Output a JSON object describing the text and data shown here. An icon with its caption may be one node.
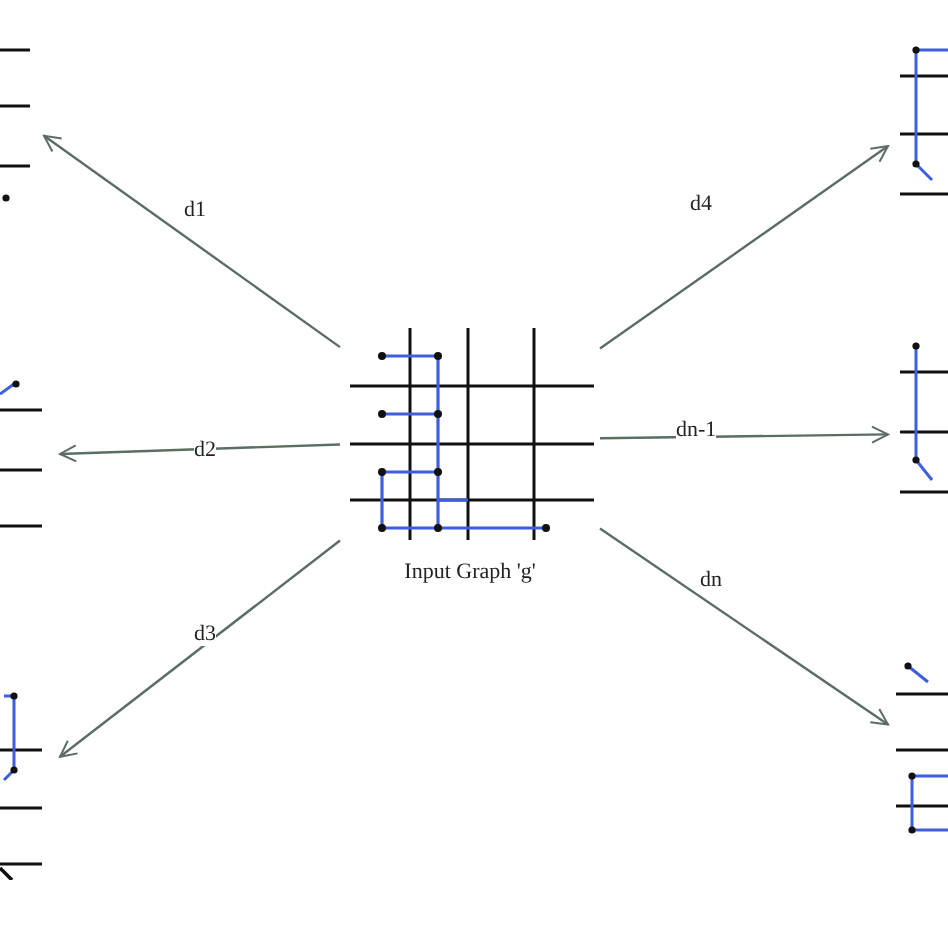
{
  "diagram": {
    "nodes": [
      {
        "text": [
          "Input Graph 'g'"
        ]
      },
      {
        "text": [],
        "shape": "picture"
      },
      {
        "text": [],
        "shape": "picture"
      },
      {
        "text": [],
        "shape": "picture"
      },
      {
        "text": [],
        "shape": "picture"
      },
      {
        "text": [],
        "shape": "picture"
      },
      {
        "text": [],
        "shape": "picture"
      }
    ],
    "edges": [
      {
        "from": 0,
        "to": 1,
        "arrow": "to",
        "label": "d1"
      },
      {
        "from": 0,
        "to": 2,
        "arrow": "to",
        "label": "d2"
      },
      {
        "from": 0,
        "to": 3,
        "arrow": "to",
        "label": "d3"
      },
      {
        "from": 0,
        "to": 4,
        "arrow": "to",
        "label": "d4"
      },
      {
        "from": 0,
        "to": 5,
        "arrow": "to",
        "label": "dn-1"
      },
      {
        "from": 0,
        "to": 6,
        "arrow": "to",
        "label": "dn"
      }
    ]
  }
}
